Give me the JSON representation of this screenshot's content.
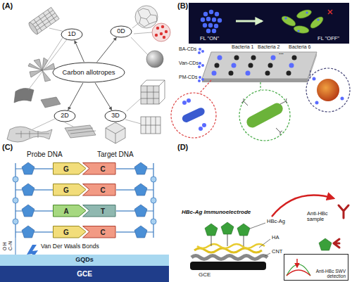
{
  "diagram": {
    "nodes": [
      {
        "text": [
          "Carbon allotropes"
        ]
      },
      {
        "text": [
          "1D"
        ]
      },
      {
        "text": [
          "0D"
        ]
      },
      {
        "text": [
          "2D"
        ]
      },
      {
        "text": [
          "3D"
        ]
      },
      {
        "text": [
          "FL \"ON\"",
          "FL \"OFF\""
        ]
      },
      {
        "text": [
          "G"
        ]
      },
      {
        "text": [
          "C"
        ]
      },
      {
        "text": [
          "G"
        ]
      },
      {
        "text": [
          "C"
        ]
      },
      {
        "text": [
          "A"
        ]
      },
      {
        "text": [
          "T"
        ]
      },
      {
        "text": [
          "G"
        ]
      },
      {
        "text": [
          "C"
        ]
      },
      {
        "text": [
          "GQDs"
        ]
      },
      {
        "text": [
          "GCE"
        ]
      },
      {
        "text": [
          "Anti-HBc SWV detection"
        ]
      }
    ],
    "edges": [
      {
        "from": 0,
        "to": 1,
        "arrow": "to"
      },
      {
        "from": 0,
        "to": 2,
        "arrow": "to"
      },
      {
        "from": 0,
        "to": 3,
        "arrow": "to"
      },
      {
        "from": 0,
        "to": 4,
        "arrow": "to"
      }
    ],
    "labels": [
      "(A)",
      "(B)",
      "BA-CDs",
      "Van-CDs",
      "PM-CDs",
      "Bacteria 1",
      "Bacteria 2",
      "...",
      "Bacteria 6",
      "(C)",
      "Probe DNA",
      "Target DNA",
      "O H",
      "C–N",
      "Van Der Waals Bonds",
      "(D)",
      "HBc-Ag Immunoelectrode",
      "HBc-Ag",
      "HA",
      "CNT",
      "GCE",
      "Anti-HBc sample"
    ]
  }
}
